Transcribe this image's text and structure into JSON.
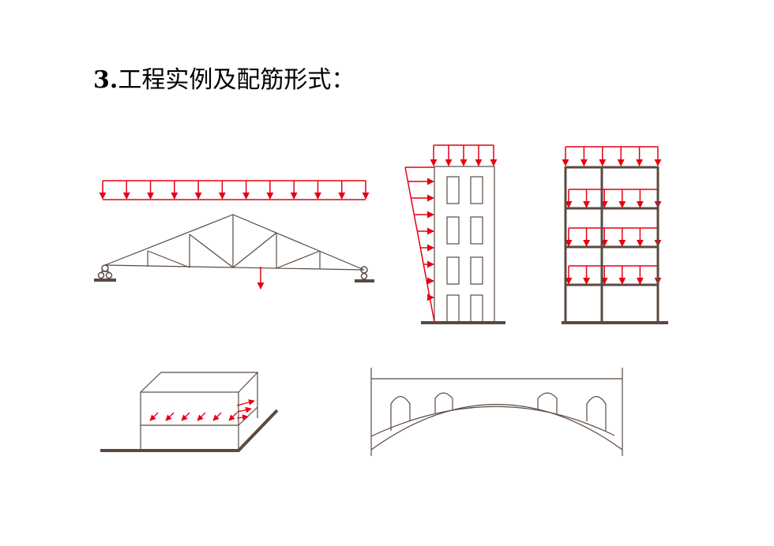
{
  "title": {
    "number": "3.",
    "text": "工程实例及配筋形式："
  },
  "colors": {
    "load": "#e60012",
    "structure": "#5a4a42",
    "ground": "#5a4a42",
    "background": "#ffffff"
  },
  "figures": [
    {
      "id": "roof-truss",
      "description_type": "truss-with-uniform-load"
    },
    {
      "id": "tall-building-wind",
      "description_type": "building-with-lateral-load"
    },
    {
      "id": "multi-story-frame",
      "description_type": "frame-with-floor-loads"
    },
    {
      "id": "retaining-box",
      "description_type": "box-with-soil-pressure"
    },
    {
      "id": "arch-bridge",
      "description_type": "arch-bridge"
    }
  ]
}
